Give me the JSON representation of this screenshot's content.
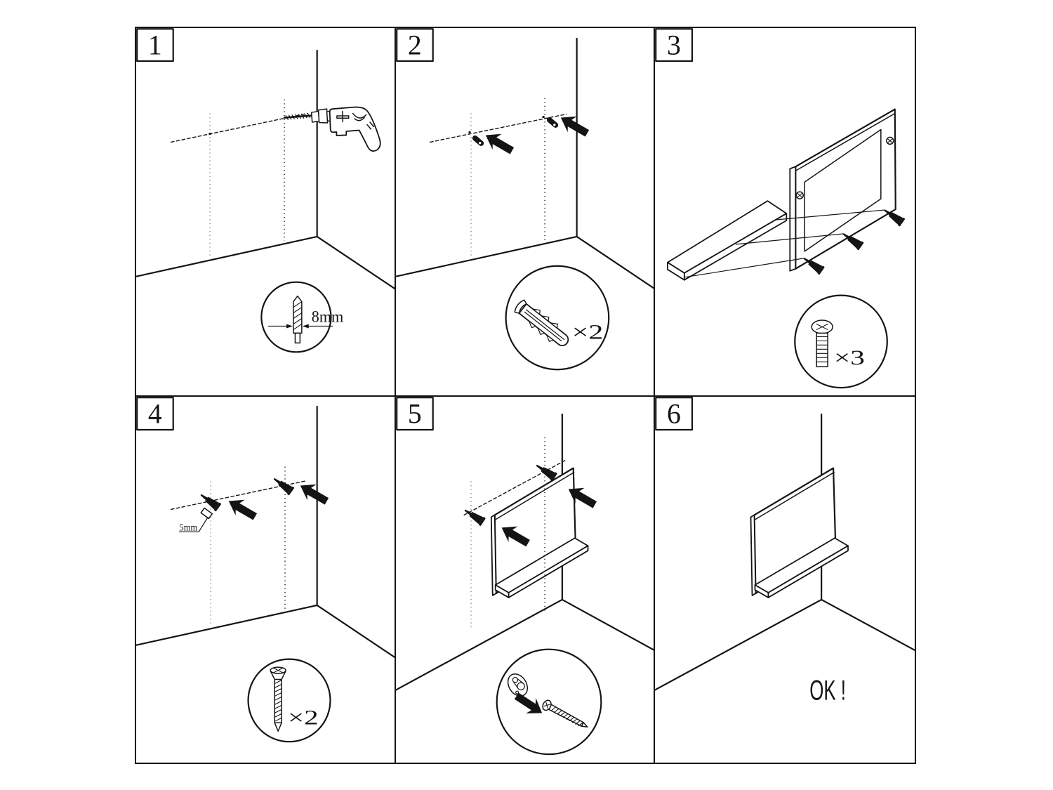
{
  "page": {
    "background": "#ffffff",
    "ink": "#141414"
  },
  "steps": {
    "s1": {
      "number": "1",
      "dimension_label": "8mm"
    },
    "s2": {
      "number": "2",
      "count_label": "×2"
    },
    "s3": {
      "number": "3",
      "count_label": "×3"
    },
    "s4": {
      "number": "4",
      "dimension_label": "5mm",
      "count_label": "×2"
    },
    "s5": {
      "number": "5"
    },
    "s6": {
      "number": "6",
      "status_label": "OK !"
    }
  },
  "icons": {
    "step1": [
      "electric-drill",
      "drill-bit"
    ],
    "step2": [
      "wall-plug",
      "push-arrow"
    ],
    "step3": [
      "shelf-board",
      "back-panel",
      "machine-screw"
    ],
    "step4": [
      "wall-screw",
      "push-arrow",
      "wood-screw"
    ],
    "step5": [
      "shelf-unit",
      "wall-screw",
      "push-arrow",
      "keyhole-bracket",
      "wood-screw"
    ],
    "step6": [
      "shelf-unit"
    ]
  }
}
